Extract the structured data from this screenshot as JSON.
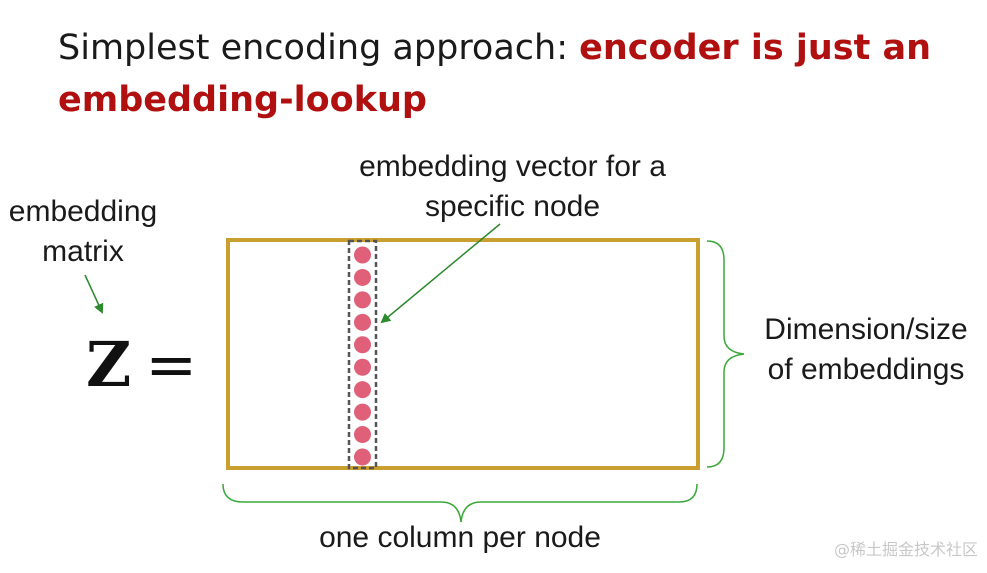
{
  "title": {
    "plain": "Simplest encoding approach: ",
    "highlight": "encoder is just an embedding-lookup"
  },
  "labels": {
    "matrix": [
      "embedding",
      "matrix"
    ],
    "vector": [
      "embedding vector for a",
      "specific node"
    ],
    "dimension": [
      "Dimension/size",
      "of embeddings"
    ],
    "column": "one column per node"
  },
  "formula": {
    "symbol": "Z",
    "operator": "="
  },
  "watermark": "@稀土掘金技术社区",
  "colors": {
    "title_highlight": "#b01010",
    "matrix_border": "#c9a030",
    "vector_dot": "#e0607a",
    "vector_outline": "#555555",
    "annotation_arrow": "#2d8a2d",
    "brace": "#3aa83a"
  },
  "vector": {
    "dot_count": 10
  }
}
